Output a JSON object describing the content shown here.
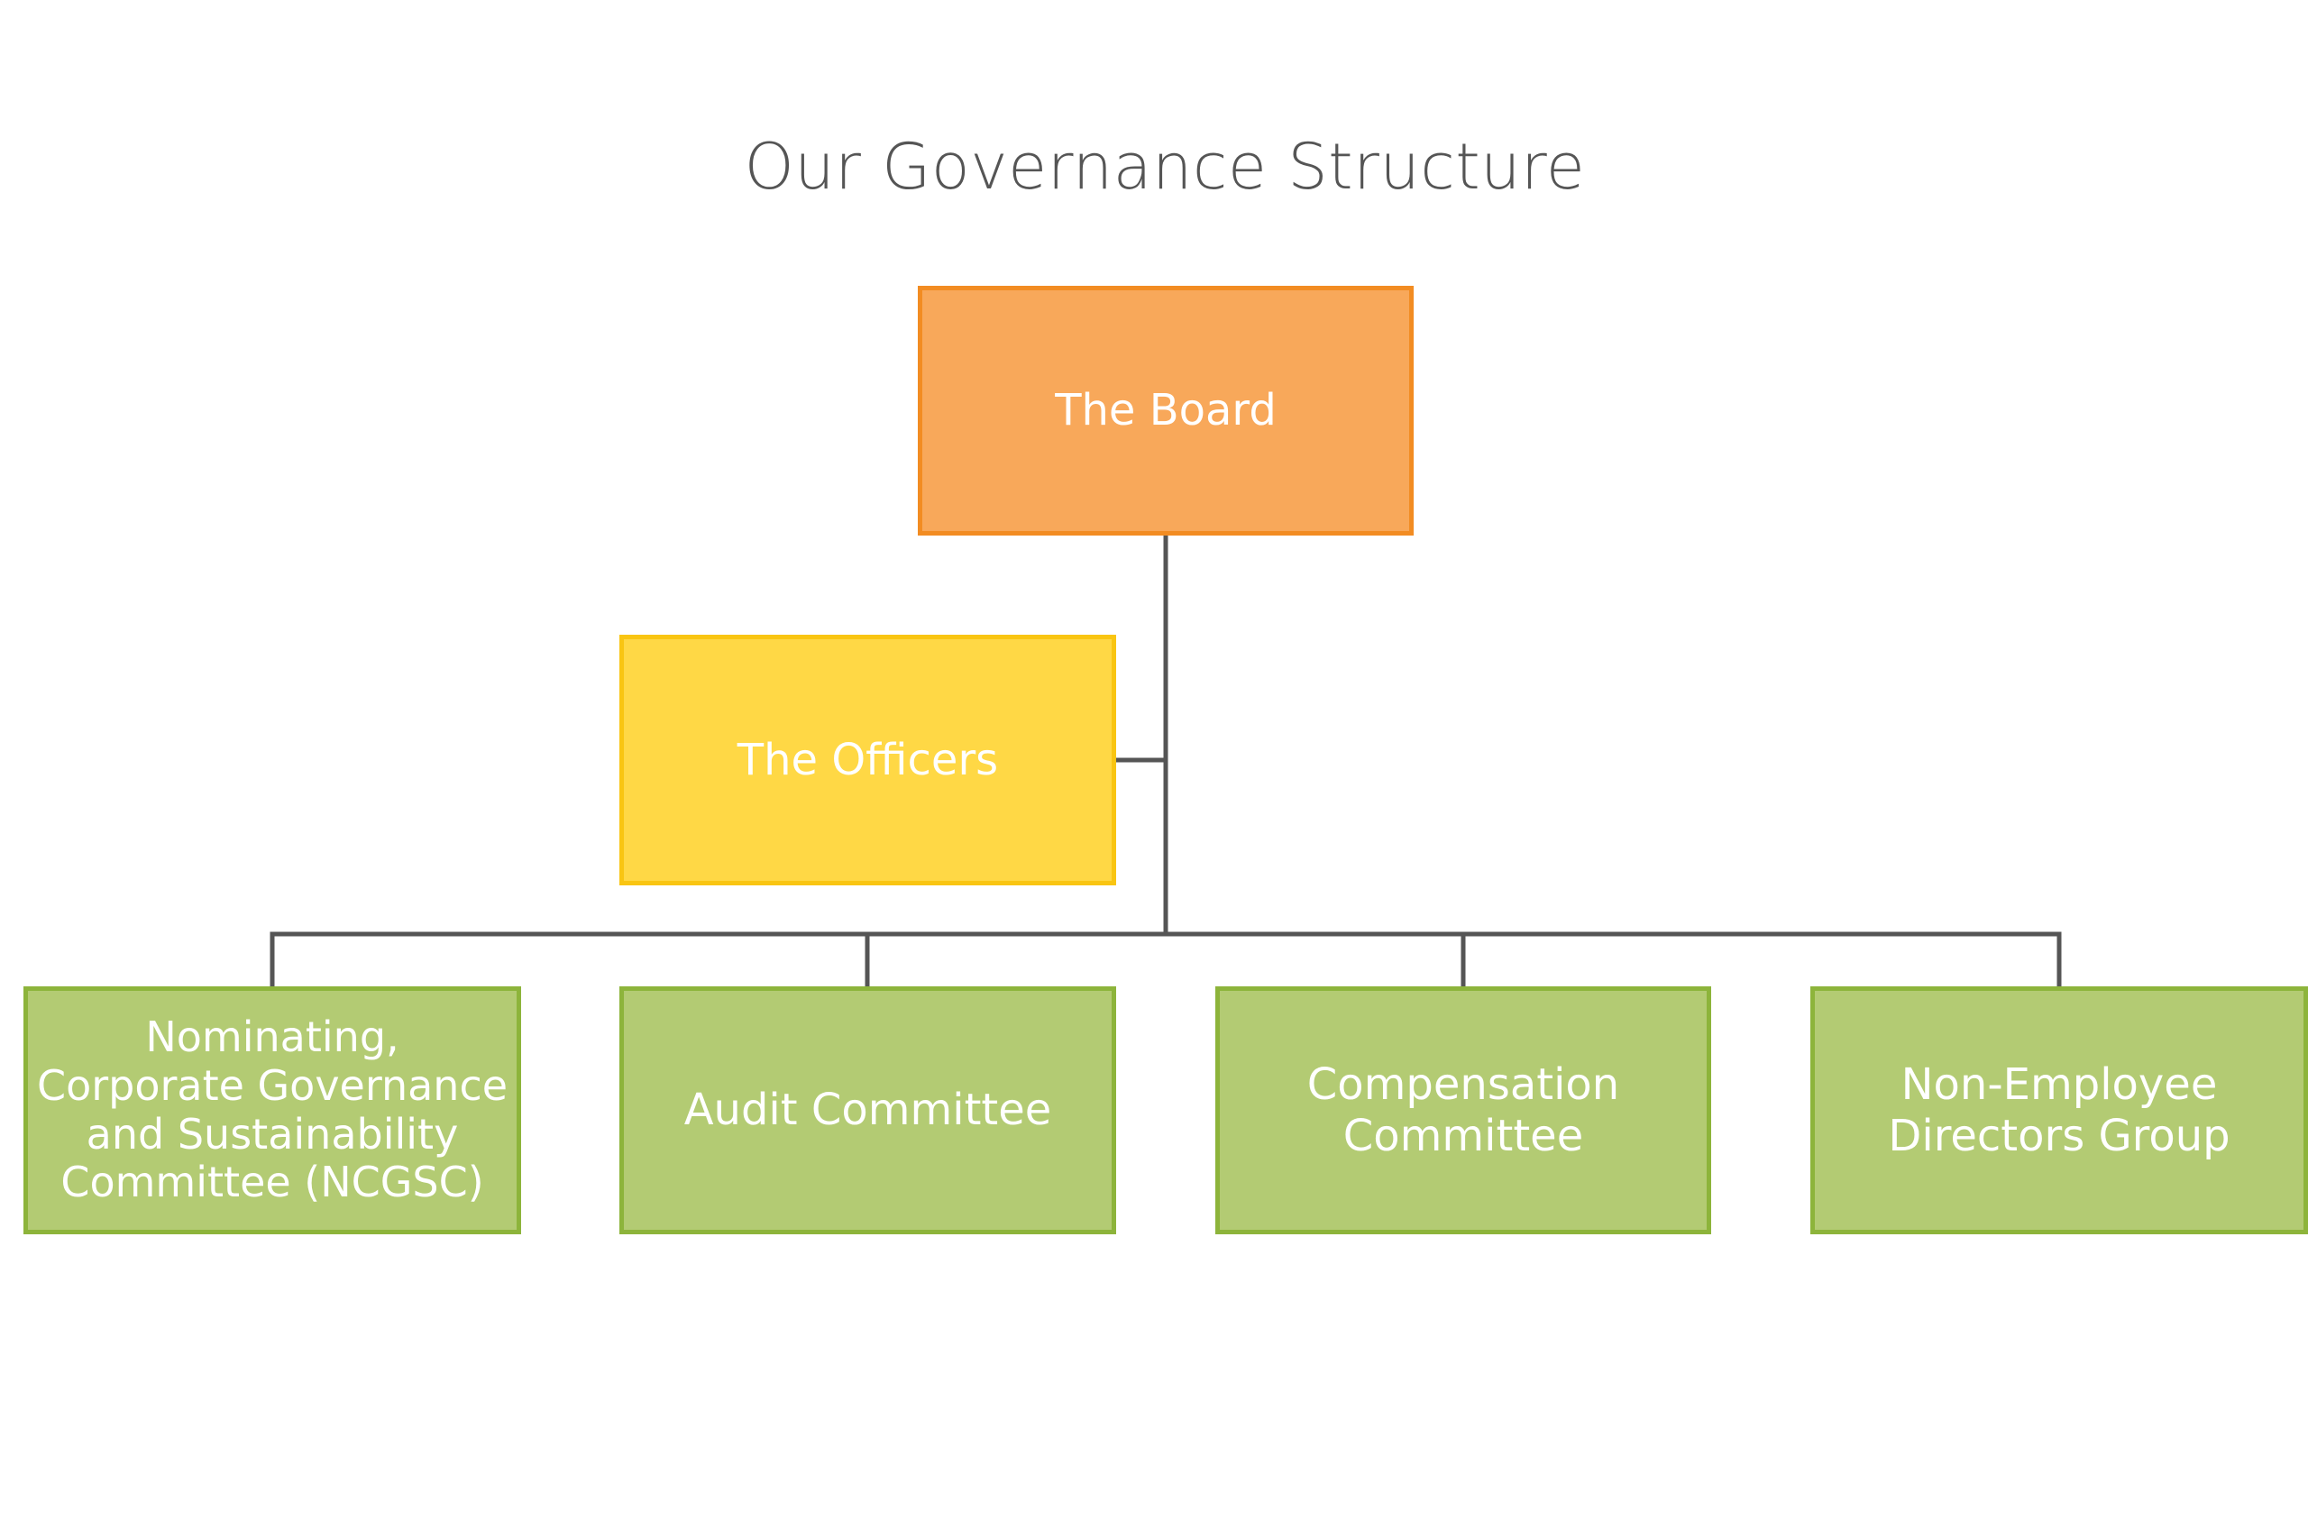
{
  "diagram": {
    "title": "Our Governance Structure",
    "colors": {
      "board_fill": "#F8A85A",
      "board_border": "#F28C22",
      "officers_fill": "#FFD845",
      "officers_border": "#F9C512",
      "committee_fill": "#B3CB73",
      "committee_border": "#8DB43B",
      "connector": "#555555",
      "box_text": "#FFFFFF",
      "title_text": "#555555"
    },
    "nodes": {
      "board": {
        "label": "The Board"
      },
      "officers": {
        "label": "The Officers"
      },
      "ncgsc": {
        "label": "Nominating,\nCorporate Governance\nand Sustainability\nCommittee (NCGSC)"
      },
      "audit": {
        "label": "Audit Committee"
      },
      "compensation": {
        "label": "Compensation\nCommittee"
      },
      "non_employee_directors": {
        "label": "Non-Employee\nDirectors Group"
      }
    },
    "edges": [
      {
        "from": "board",
        "to": "officers"
      },
      {
        "from": "board",
        "to": "ncgsc"
      },
      {
        "from": "board",
        "to": "audit"
      },
      {
        "from": "board",
        "to": "compensation"
      },
      {
        "from": "board",
        "to": "non_employee_directors"
      }
    ]
  }
}
